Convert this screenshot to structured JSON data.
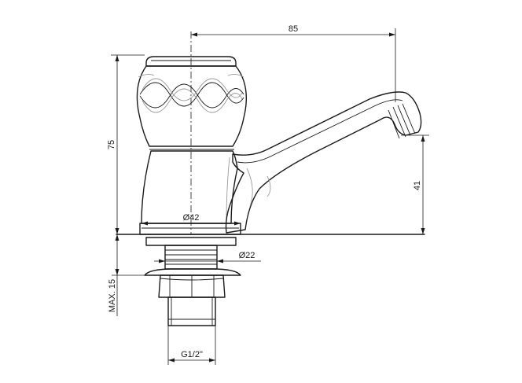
{
  "dimensions": {
    "spout_reach": "85",
    "total_height": "75",
    "spout_height": "41",
    "base_diameter": "Ø42",
    "shank_diameter": "Ø22",
    "max_mounting": "MAX. 15",
    "thread": "G1/2\""
  }
}
